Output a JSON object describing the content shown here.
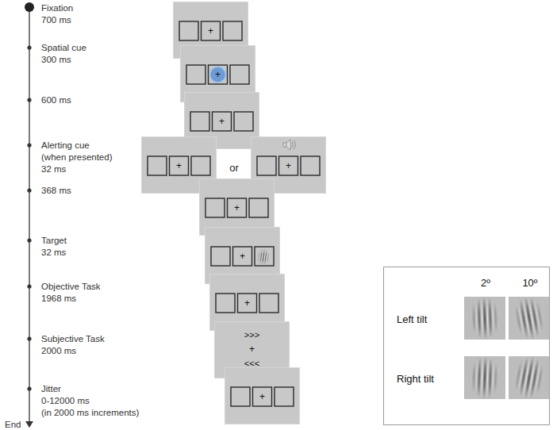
{
  "diagram": {
    "nodes": [
      {
        "text": [
          "+"
        ]
      },
      {
        "text": [
          "+"
        ]
      },
      {
        "text": [
          "+"
        ]
      },
      {
        "text": [
          "+"
        ]
      },
      {
        "text": [
          "+"
        ]
      },
      {
        "text": [
          "+"
        ]
      },
      {
        "text": [
          "+"
        ]
      },
      {
        "text": [
          "+"
        ]
      },
      {
        "text": [
          ">>>",
          "+",
          "<<<"
        ]
      },
      {
        "text": [
          "+"
        ]
      },
      {
        "text": [
          "2º",
          "10º",
          "Left tilt",
          "Right tilt"
        ]
      }
    ],
    "labels": [
      "Fixation",
      "700 ms",
      "Spatial cue",
      "300 ms",
      "600 ms",
      "Alerting cue",
      "(when presented)",
      "32 ms",
      "368 ms",
      "Target",
      "32 ms",
      "Objective Task",
      "1968 ms",
      "Subjective Task",
      "2000 ms",
      "Jitter",
      "0-12000 ms",
      "(in 2000 ms increments)",
      "End",
      "or"
    ]
  }
}
